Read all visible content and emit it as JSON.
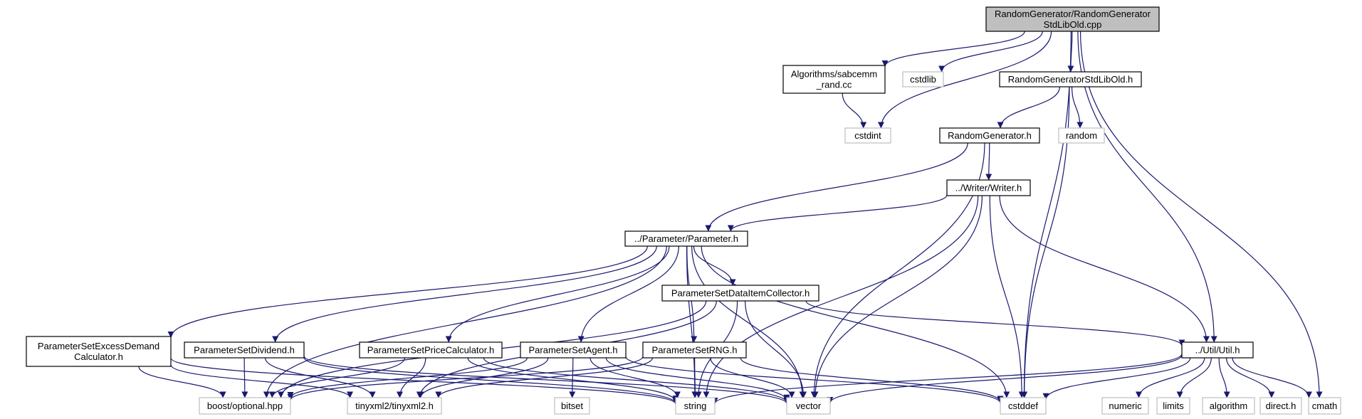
{
  "graph": {
    "edge_color": "#191970",
    "nodes": [
      {
        "id": "root",
        "kind": "root",
        "lines": [
          "RandomGenerator/RandomGenerator",
          "StdLibOld.cpp"
        ]
      },
      {
        "id": "sabcemm_rand",
        "kind": "local",
        "lines": [
          "Algorithms/sabcemm",
          "_rand.cc"
        ]
      },
      {
        "id": "cstdlib",
        "kind": "system",
        "lines": [
          "cstdlib"
        ]
      },
      {
        "id": "rg_stdlibold_h",
        "kind": "local",
        "lines": [
          "RandomGeneratorStdLibOld.h"
        ]
      },
      {
        "id": "cstdint",
        "kind": "system",
        "lines": [
          "cstdint"
        ]
      },
      {
        "id": "randomgenerator_h",
        "kind": "local",
        "lines": [
          "RandomGenerator.h"
        ]
      },
      {
        "id": "random",
        "kind": "system",
        "lines": [
          "random"
        ]
      },
      {
        "id": "writer_h",
        "kind": "local",
        "lines": [
          "../Writer/Writer.h"
        ]
      },
      {
        "id": "parameter_h",
        "kind": "local",
        "lines": [
          "../Parameter/Parameter.h"
        ]
      },
      {
        "id": "ps_dataitemcollector",
        "kind": "local",
        "lines": [
          "ParameterSetDataItemCollector.h"
        ]
      },
      {
        "id": "ps_excessdemand",
        "kind": "local",
        "lines": [
          "ParameterSetExcessDemand",
          "Calculator.h"
        ]
      },
      {
        "id": "ps_dividend",
        "kind": "local",
        "lines": [
          "ParameterSetDividend.h"
        ]
      },
      {
        "id": "ps_pricecalc",
        "kind": "local",
        "lines": [
          "ParameterSetPriceCalculator.h"
        ]
      },
      {
        "id": "ps_agent",
        "kind": "local",
        "lines": [
          "ParameterSetAgent.h"
        ]
      },
      {
        "id": "ps_rng",
        "kind": "local",
        "lines": [
          "ParameterSetRNG.h"
        ]
      },
      {
        "id": "util_h",
        "kind": "local",
        "lines": [
          "../Util/Util.h"
        ]
      },
      {
        "id": "boost_optional",
        "kind": "system",
        "lines": [
          "boost/optional.hpp"
        ]
      },
      {
        "id": "tinyxml2",
        "kind": "system",
        "lines": [
          "tinyxml2/tinyxml2.h"
        ]
      },
      {
        "id": "bitset",
        "kind": "system",
        "lines": [
          "bitset"
        ]
      },
      {
        "id": "string",
        "kind": "system",
        "lines": [
          "string"
        ]
      },
      {
        "id": "vector",
        "kind": "system",
        "lines": [
          "vector"
        ]
      },
      {
        "id": "cstddef",
        "kind": "system",
        "lines": [
          "cstddef"
        ]
      },
      {
        "id": "numeric",
        "kind": "system",
        "lines": [
          "numeric"
        ]
      },
      {
        "id": "limits",
        "kind": "system",
        "lines": [
          "limits"
        ]
      },
      {
        "id": "algorithm",
        "kind": "system",
        "lines": [
          "algorithm"
        ]
      },
      {
        "id": "direct_h",
        "kind": "system",
        "lines": [
          "direct.h"
        ]
      },
      {
        "id": "cmath",
        "kind": "system",
        "lines": [
          "cmath"
        ]
      }
    ],
    "edges": [
      [
        "root",
        "sabcemm_rand"
      ],
      [
        "root",
        "cstdlib"
      ],
      [
        "root",
        "cstdint"
      ],
      [
        "root",
        "rg_stdlibold_h"
      ],
      [
        "root",
        "cstddef"
      ],
      [
        "root",
        "util_h"
      ],
      [
        "root",
        "cmath"
      ],
      [
        "sabcemm_rand",
        "cstdint"
      ],
      [
        "rg_stdlibold_h",
        "randomgenerator_h"
      ],
      [
        "rg_stdlibold_h",
        "random"
      ],
      [
        "rg_stdlibold_h",
        "cstddef"
      ],
      [
        "randomgenerator_h",
        "parameter_h"
      ],
      [
        "randomgenerator_h",
        "writer_h"
      ],
      [
        "randomgenerator_h",
        "vector"
      ],
      [
        "writer_h",
        "parameter_h"
      ],
      [
        "writer_h",
        "string"
      ],
      [
        "writer_h",
        "vector"
      ],
      [
        "writer_h",
        "cstddef"
      ],
      [
        "writer_h",
        "util_h"
      ],
      [
        "parameter_h",
        "boost_optional"
      ],
      [
        "parameter_h",
        "ps_excessdemand"
      ],
      [
        "parameter_h",
        "ps_dividend"
      ],
      [
        "parameter_h",
        "ps_pricecalc"
      ],
      [
        "parameter_h",
        "ps_agent"
      ],
      [
        "parameter_h",
        "ps_rng"
      ],
      [
        "parameter_h",
        "ps_dataitemcollector"
      ],
      [
        "parameter_h",
        "string"
      ],
      [
        "parameter_h",
        "vector"
      ],
      [
        "parameter_h",
        "cstddef"
      ],
      [
        "ps_dataitemcollector",
        "boost_optional"
      ],
      [
        "ps_dataitemcollector",
        "tinyxml2"
      ],
      [
        "ps_dataitemcollector",
        "string"
      ],
      [
        "ps_dataitemcollector",
        "vector"
      ],
      [
        "ps_dataitemcollector",
        "util_h"
      ],
      [
        "ps_excessdemand",
        "boost_optional"
      ],
      [
        "ps_excessdemand",
        "tinyxml2"
      ],
      [
        "ps_excessdemand",
        "string"
      ],
      [
        "ps_dividend",
        "boost_optional"
      ],
      [
        "ps_dividend",
        "tinyxml2"
      ],
      [
        "ps_dividend",
        "string"
      ],
      [
        "ps_dividend",
        "vector"
      ],
      [
        "ps_pricecalc",
        "boost_optional"
      ],
      [
        "ps_pricecalc",
        "tinyxml2"
      ],
      [
        "ps_pricecalc",
        "string"
      ],
      [
        "ps_pricecalc",
        "vector"
      ],
      [
        "ps_agent",
        "boost_optional"
      ],
      [
        "ps_agent",
        "tinyxml2"
      ],
      [
        "ps_agent",
        "bitset"
      ],
      [
        "ps_agent",
        "string"
      ],
      [
        "ps_agent",
        "vector"
      ],
      [
        "ps_agent",
        "cstddef"
      ],
      [
        "ps_rng",
        "boost_optional"
      ],
      [
        "ps_rng",
        "tinyxml2"
      ],
      [
        "ps_rng",
        "string"
      ],
      [
        "ps_rng",
        "vector"
      ],
      [
        "ps_rng",
        "cstddef"
      ],
      [
        "util_h",
        "string"
      ],
      [
        "util_h",
        "vector"
      ],
      [
        "util_h",
        "cstddef"
      ],
      [
        "util_h",
        "numeric"
      ],
      [
        "util_h",
        "limits"
      ],
      [
        "util_h",
        "algorithm"
      ],
      [
        "util_h",
        "direct_h"
      ],
      [
        "util_h",
        "cmath"
      ]
    ]
  }
}
